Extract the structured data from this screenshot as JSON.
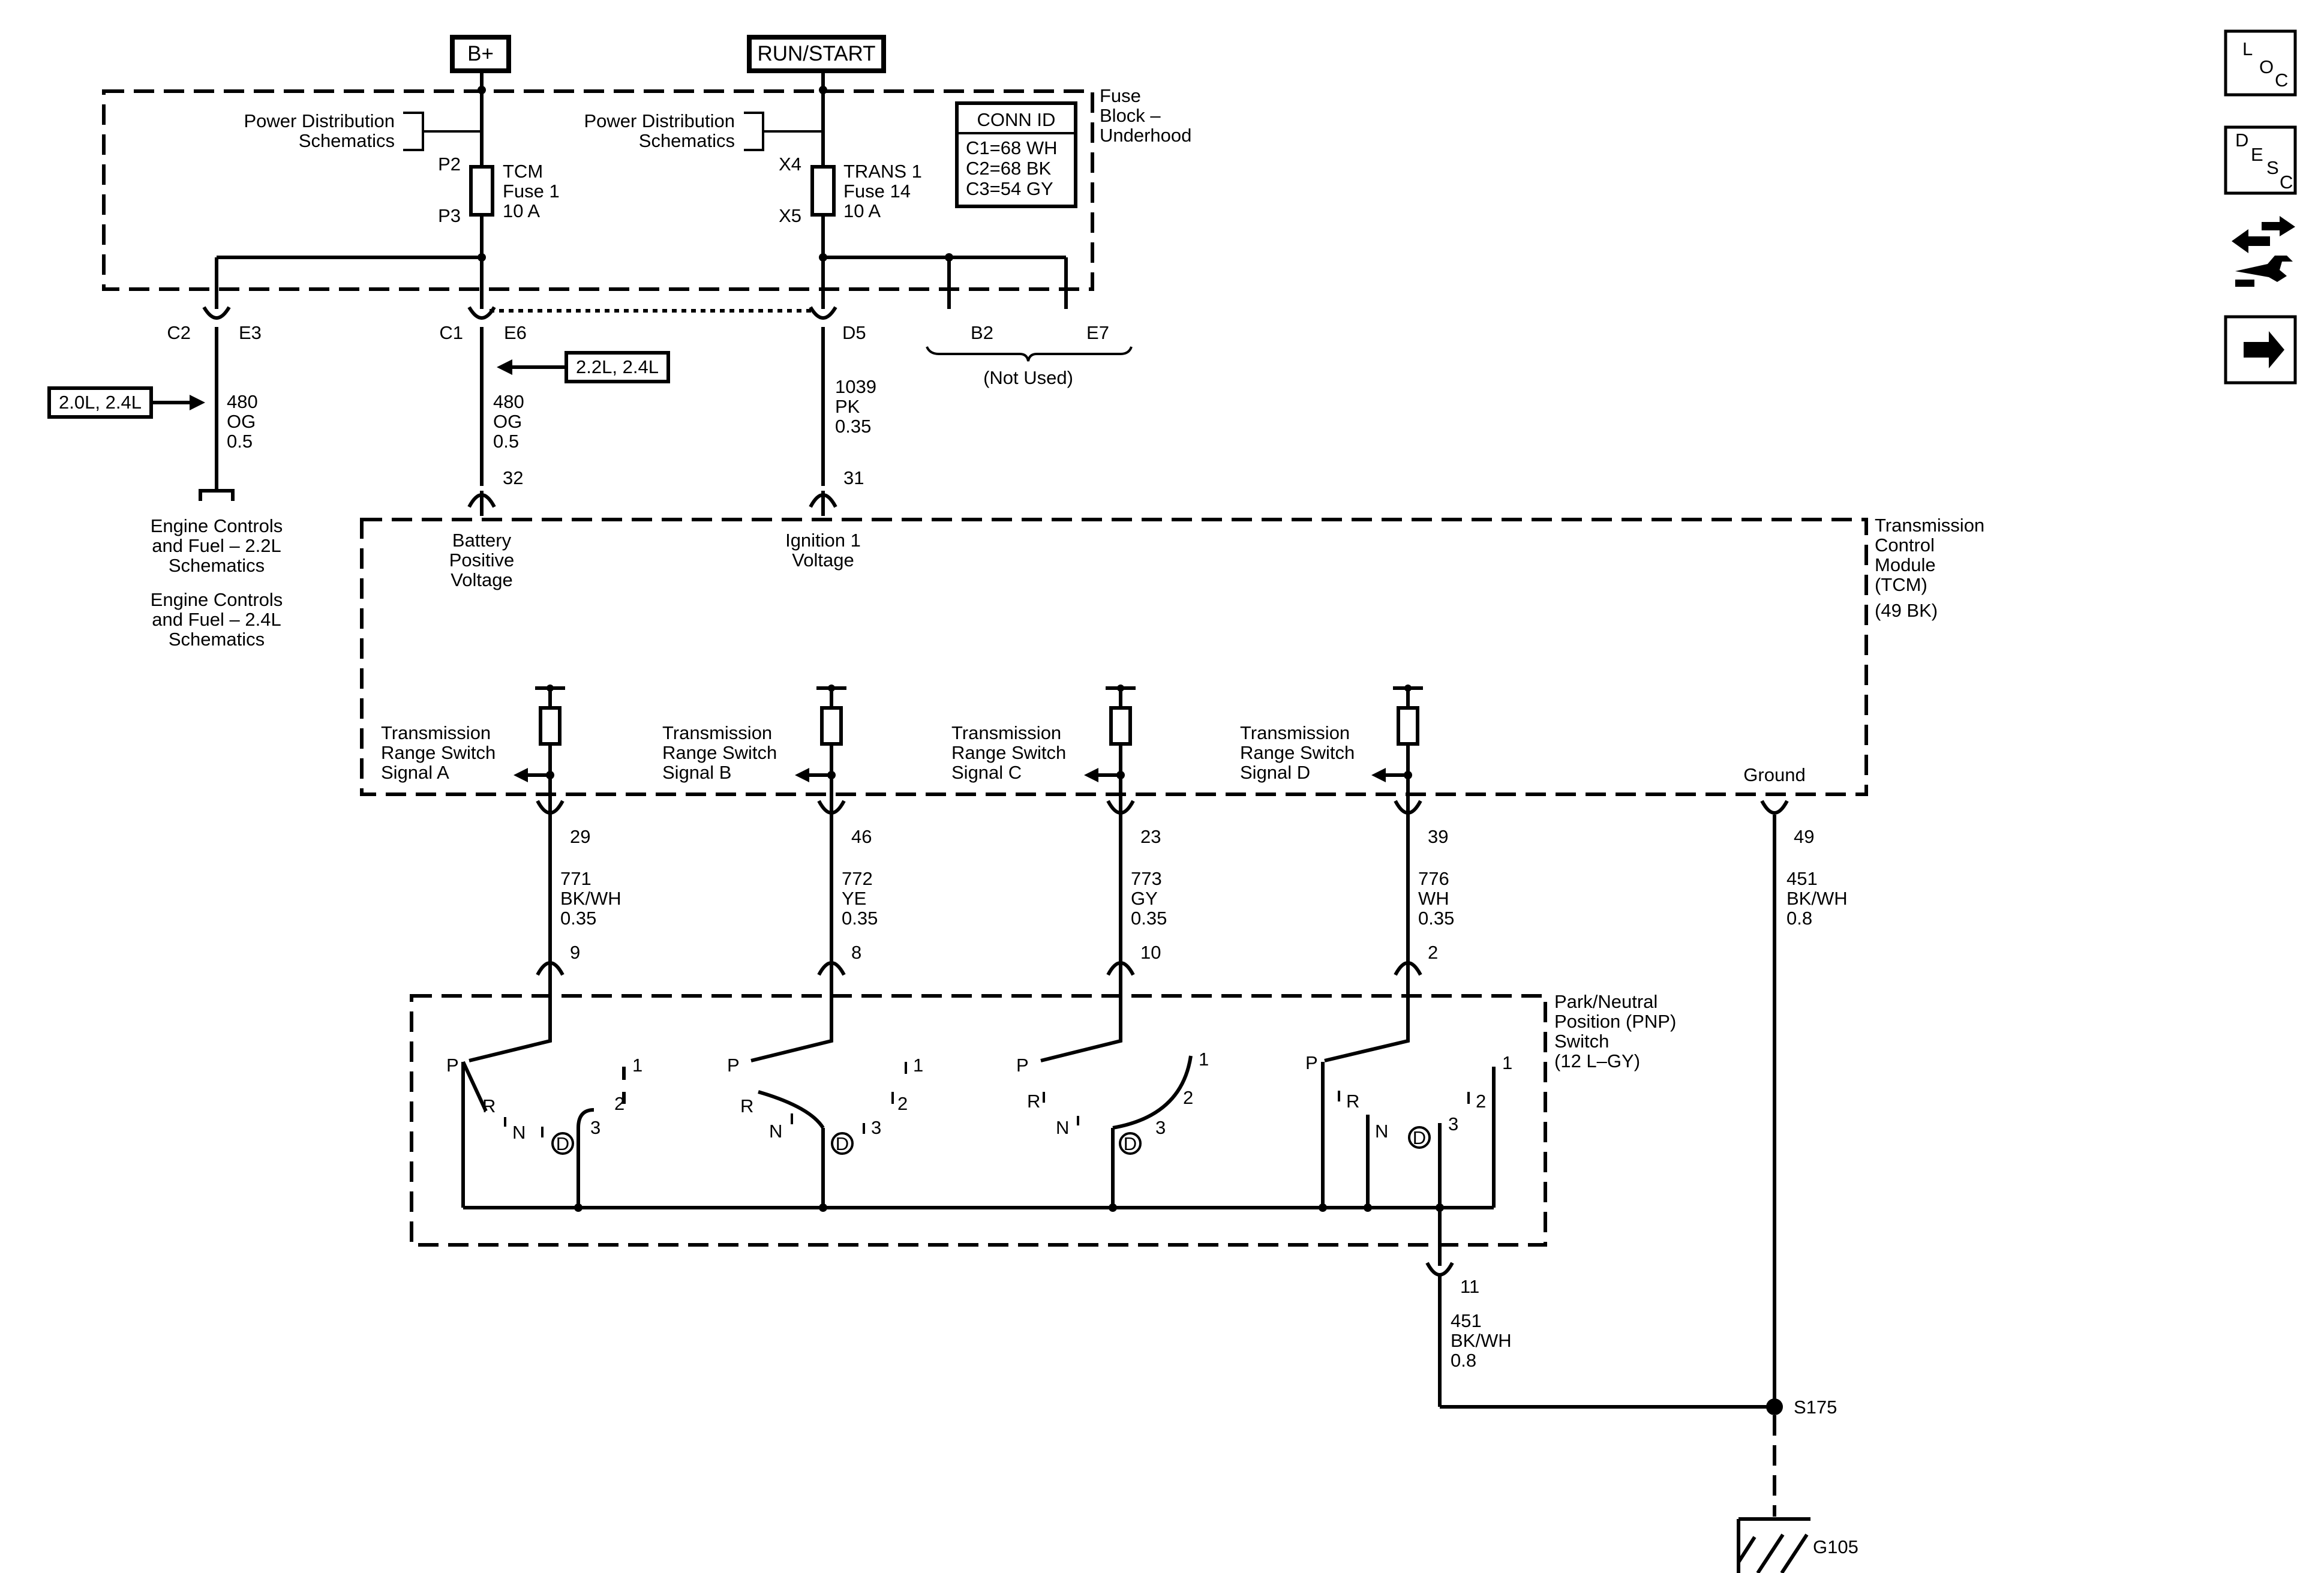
{
  "sources": {
    "bplus": "B+",
    "run_start": "RUN/START"
  },
  "fuse_block": {
    "title_line1": "Fuse",
    "title_line2": "Block –",
    "title_line3": "Underhood",
    "pwr_ref_left_1": "Power Distribution",
    "pwr_ref_left_2": "Schematics",
    "pwr_ref_right_1": "Power Distribution",
    "pwr_ref_right_2": "Schematics",
    "tcm_fuse": {
      "top_pin": "P2",
      "bottom_pin": "P3",
      "name1": "TCM",
      "name2": "Fuse 1",
      "rating": "10 A"
    },
    "trans_fuse": {
      "top_pin": "X4",
      "bottom_pin": "X5",
      "name1": "TRANS 1",
      "name2": "Fuse 14",
      "rating": "10 A"
    },
    "conn_id": {
      "title": "CONN ID",
      "c1": "C1=68 WH",
      "c2": "C2=68 BK",
      "c3": "C3=54 GY"
    },
    "connectors": [
      {
        "conn": "C2",
        "pin": "E3"
      },
      {
        "conn": "C1",
        "pin": "E6"
      },
      {
        "conn": "",
        "pin": "D5"
      },
      {
        "conn": "",
        "pin": "B2"
      },
      {
        "conn": "",
        "pin": "E7"
      }
    ],
    "not_used": "(Not Used)"
  },
  "option_tags": {
    "left": "2.0L, 2.4L",
    "middle": "2.2L, 2.4L"
  },
  "wires_top": [
    {
      "circuit": "480",
      "color": "OG",
      "gauge": "0.5"
    },
    {
      "circuit": "480",
      "color": "OG",
      "gauge": "0.5"
    },
    {
      "circuit": "1039",
      "color": "PK",
      "gauge": "0.35"
    }
  ],
  "engine_refs": {
    "line1": "Engine Controls",
    "line2": "and Fuel – 2.2L",
    "line3": "Schematics",
    "line4": "Engine Controls",
    "line5": "and Fuel – 2.4L",
    "line6": "Schematics"
  },
  "tcm": {
    "title1": "Transmission",
    "title2": "Control",
    "title3": "Module",
    "title4": "(TCM)",
    "title5": "(49 BK)",
    "pin_batt": "32",
    "pin_ign": "31",
    "batt_label1": "Battery",
    "batt_label2": "Positive",
    "batt_label3": "Voltage",
    "ign_label1": "Ignition 1",
    "ign_label2": "Voltage",
    "ground": "Ground",
    "ground_pin": "49",
    "signals": [
      {
        "l1": "Transmission",
        "l2": "Range Switch",
        "l3": "Signal A",
        "pin": "29"
      },
      {
        "l1": "Transmission",
        "l2": "Range Switch",
        "l3": "Signal B",
        "pin": "46"
      },
      {
        "l1": "Transmission",
        "l2": "Range Switch",
        "l3": "Signal C",
        "pin": "23"
      },
      {
        "l1": "Transmission",
        "l2": "Range Switch",
        "l3": "Signal D",
        "pin": "39"
      }
    ]
  },
  "signal_wires": [
    {
      "circuit": "771",
      "color": "BK/WH",
      "gauge": "0.35",
      "pnp_pin": "9"
    },
    {
      "circuit": "772",
      "color": "YE",
      "gauge": "0.35",
      "pnp_pin": "8"
    },
    {
      "circuit": "773",
      "color": "GY",
      "gauge": "0.35",
      "pnp_pin": "10"
    },
    {
      "circuit": "776",
      "color": "WH",
      "gauge": "0.35",
      "pnp_pin": "2"
    }
  ],
  "ground_wire": {
    "circuit": "451",
    "color": "BK/WH",
    "gauge": "0.8"
  },
  "pnp": {
    "title1": "Park/Neutral",
    "title2": "Position (PNP)",
    "title3": "Switch",
    "title4": "(12 L–GY)",
    "positions": {
      "p": "P",
      "r": "R",
      "n": "N",
      "d": "D",
      "three": "3",
      "two": "2",
      "one": "1"
    },
    "ground_pin": "11",
    "ground_wire": {
      "circuit": "451",
      "color": "BK/WH",
      "gauge": "0.8"
    }
  },
  "splice": "S175",
  "ground_point": "G105",
  "nav_buttons": {
    "loc": {
      "l": "L",
      "o": "O",
      "c": "C"
    },
    "desc": {
      "d": "D",
      "e": "E",
      "s": "S",
      "c": "C"
    }
  }
}
